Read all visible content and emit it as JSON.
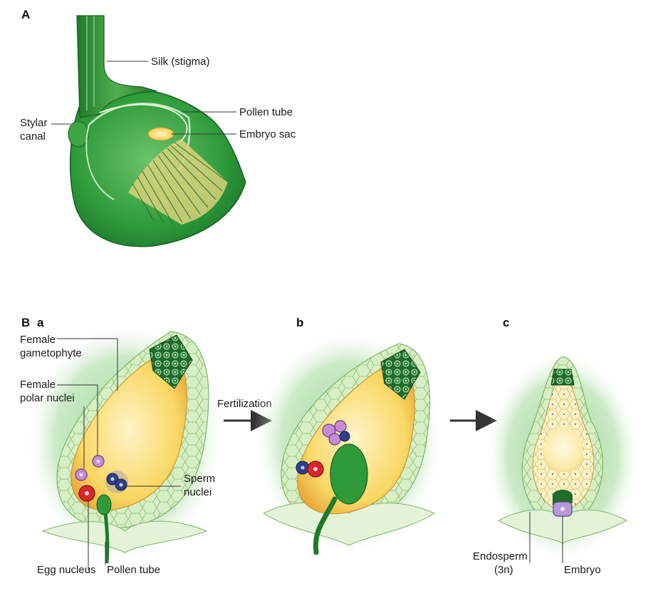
{
  "panel_a": {
    "letter": "A",
    "labels": {
      "silk": "Silk (stigma)",
      "pollen_tube": "Pollen tube",
      "embryo_sac": "Embryo sac",
      "stylar_1": "Stylar",
      "stylar_2": "canal"
    }
  },
  "panel_b": {
    "letter": "B",
    "sub_a": "a",
    "sub_b": "b",
    "sub_c": "c",
    "fertilization": "Fertilization",
    "labels": {
      "female_gam_1": "Female",
      "female_gam_2": "gametophyte",
      "female_polar_1": "Female",
      "female_polar_2": "polar nuclei",
      "sperm_1": "Sperm",
      "sperm_2": "nuclei",
      "egg_nucleus": "Egg nucleus",
      "pollen_tube": "Pollen tube",
      "endosperm_1": "Endosperm",
      "endosperm_2": "(3n)",
      "embryo": "Embryo"
    }
  },
  "colors": {
    "kernel_green": "#2f9a3a",
    "dark_green": "#1c6b26",
    "sac_yellow": "#f7d35a",
    "cell_green": "#c9e8b2",
    "egg_red": "#d8262a",
    "polar_pink": "#c58bd6",
    "sperm_blue": "#2f3f8c"
  }
}
